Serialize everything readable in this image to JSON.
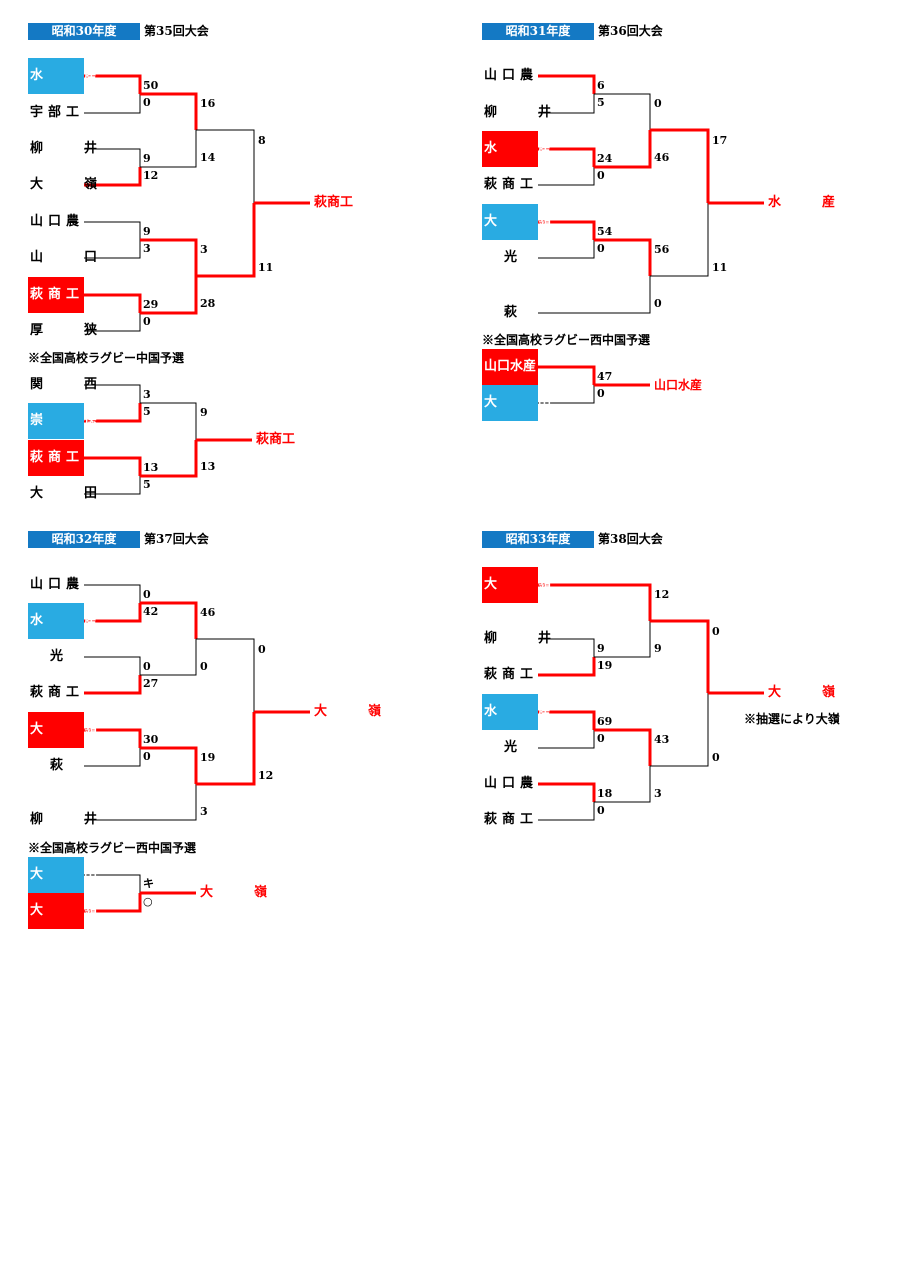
{
  "colors": {
    "accent_blue": "#1479c4",
    "cell_blue": "#29abe2",
    "winner_red": "#ff0000"
  },
  "b35": {
    "era": "昭和30年度",
    "edition": "第35回大会",
    "teams": [
      "水　産",
      "宇部工",
      "柳　井",
      "大　嶺",
      "山口農",
      "山　口",
      "萩商工",
      "厚　狭"
    ],
    "r1_scores": [
      "50",
      "0",
      "9",
      "12",
      "9",
      "3",
      "29",
      "0"
    ],
    "r2_scores": [
      "16",
      "14",
      "3",
      "28"
    ],
    "final_scores": [
      "8",
      "11"
    ],
    "winner": "萩商工",
    "sub_title": "※全国高校ラグビー中国予選",
    "sub_teams": [
      "関　西",
      "崇　徳",
      "萩商工",
      "大　田"
    ],
    "sub_r1_scores": [
      "3",
      "5",
      "13",
      "5"
    ],
    "sub_final_scores": [
      "9",
      "13"
    ],
    "sub_winner": "萩商工"
  },
  "b36": {
    "era": "昭和31年度",
    "edition": "第36回大会",
    "teams": [
      "山口農",
      "柳　井",
      "水　産",
      "萩商工",
      "大　嶺",
      "光",
      "萩"
    ],
    "r1_scores": [
      "6",
      "5",
      "24",
      "0",
      "54",
      "0"
    ],
    "r2_scores": [
      "0",
      "46",
      "56",
      "0"
    ],
    "final_scores": [
      "17",
      "11"
    ],
    "winner": "水　産",
    "sub_title": "※全国高校ラグビー西中国予選",
    "sub_teams": [
      "山口水産",
      "大　田"
    ],
    "sub_scores": [
      "47",
      "0"
    ],
    "sub_winner": "山口水産"
  },
  "b37": {
    "era": "昭和32年度",
    "edition": "第37回大会",
    "teams": [
      "山口農",
      "水　産",
      "光",
      "萩商工",
      "大　嶺",
      "萩",
      "柳　井"
    ],
    "r1_scores": [
      "0",
      "42",
      "0",
      "27",
      "30",
      "0"
    ],
    "r2_scores": [
      "46",
      "0",
      "19",
      "3"
    ],
    "final_scores": [
      "0",
      "12"
    ],
    "winner": "大　嶺",
    "sub_title": "※全国高校ラグビー西中国予選",
    "sub_teams": [
      "大　田",
      "大　嶺"
    ],
    "sub_scores": [
      "キ",
      "○"
    ],
    "sub_winner": "大　嶺"
  },
  "b38": {
    "era": "昭和33年度",
    "edition": "第38回大会",
    "teams": [
      "大　嶺",
      "柳　井",
      "萩商工",
      "水　産",
      "光",
      "山口農",
      "萩商工"
    ],
    "r1_scores": [
      "9",
      "19",
      "69",
      "0",
      "18",
      "0"
    ],
    "r2_scores": [
      "12",
      "9",
      "43",
      "3"
    ],
    "final_scores": [
      "0",
      "0"
    ],
    "winner": "大　嶺",
    "note": "※抽選により大嶺"
  }
}
